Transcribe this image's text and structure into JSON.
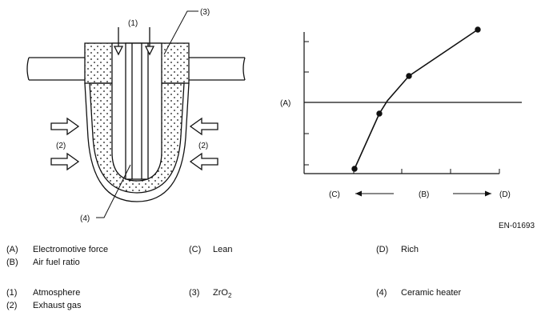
{
  "callouts": {
    "n1": "(1)",
    "n2_left": "(2)",
    "n2_right": "(2)",
    "n3": "(3)",
    "n4": "(4)"
  },
  "graph": {
    "y_label": "(A)",
    "x_left": "(C)",
    "x_mid": "(B)",
    "x_right": "(D)"
  },
  "figure_code": "EN-01693",
  "legend": {
    "A": {
      "key": "(A)",
      "text": "Electromotive force"
    },
    "B": {
      "key": "(B)",
      "text": "Air fuel ratio"
    },
    "C": {
      "key": "(C)",
      "text": "Lean"
    },
    "D": {
      "key": "(D)",
      "text": "Rich"
    },
    "i1": {
      "key": "(1)",
      "text": "Atmosphere"
    },
    "i2": {
      "key": "(2)",
      "text": "Exhaust gas"
    },
    "i3": {
      "key": "(3)",
      "text": "ZrO",
      "sub": "2"
    },
    "i4": {
      "key": "(4)",
      "text": "Ceramic heater"
    }
  }
}
